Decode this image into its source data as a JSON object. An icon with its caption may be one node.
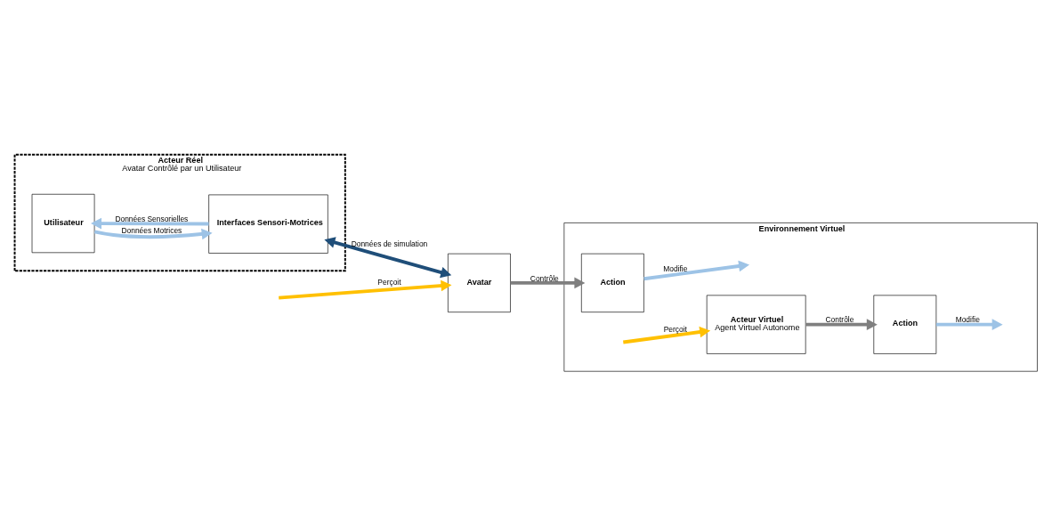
{
  "diagram": {
    "nodes": [
      {
        "text": [
          "Acteur Réel",
          "Avatar Contrôlé par un Utilisateur"
        ]
      },
      {
        "text": [
          "Utilisateur"
        ],
        "in": 0
      },
      {
        "text": [
          "Interfaces Sensori-Motrices"
        ],
        "in": 0
      },
      {
        "text": [
          "Environnement Virtuel"
        ]
      },
      {
        "text": [
          "Avatar"
        ]
      },
      {
        "text": [
          "Action"
        ],
        "in": 3
      },
      {
        "text": [
          "Acteur Virtuel",
          "Agent Virtuel Autonome"
        ],
        "in": 3
      },
      {
        "text": [
          "Action"
        ],
        "in": 3
      }
    ],
    "edges": [
      {
        "from": 1,
        "to": 2,
        "arrow": "to",
        "label": "Données Motrices"
      },
      {
        "from": 2,
        "to": 1,
        "arrow": "to",
        "label": "Données Sensorielles"
      },
      {
        "from": 2,
        "to": 4,
        "arrow": "both",
        "label": "Données de simulation",
        "color": "#1f4e79"
      },
      {
        "from": 4,
        "to": 5,
        "arrow": "to",
        "label": "Contrôle",
        "color": "#7f7f7f"
      },
      {
        "from": 5,
        "to": null,
        "arrow": "to",
        "label": "Modifie"
      },
      {
        "from": null,
        "to": 4,
        "arrow": "to",
        "label": "Perçoit",
        "color": "#ffc000"
      },
      {
        "from": 6,
        "to": 7,
        "arrow": "to",
        "label": "Contrôle",
        "color": "#7f7f7f"
      },
      {
        "from": 7,
        "to": null,
        "arrow": "to",
        "label": "Modifie"
      },
      {
        "from": null,
        "to": 6,
        "arrow": "to",
        "label": "Perçoit",
        "color": "#ffc000"
      }
    ]
  }
}
